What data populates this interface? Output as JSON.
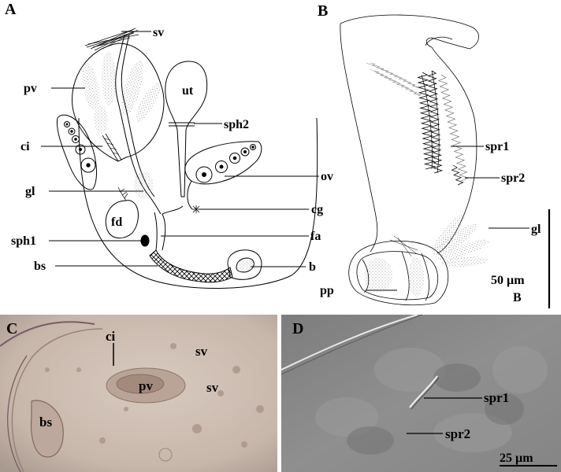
{
  "panels": {
    "A": {
      "letter": "A",
      "labels": {
        "sv": "sv",
        "pv": "pv",
        "ut": "ut",
        "sph2": "sph2",
        "ci": "ci",
        "ov": "ov",
        "gl": "gl",
        "cg": "cg",
        "fd": "fd",
        "sph1": "sph1",
        "fa": "fa",
        "bs": "bs",
        "b": "b"
      }
    },
    "B": {
      "letter": "B",
      "labels": {
        "spr1": "spr1",
        "spr2": "spr2",
        "gl": "gl",
        "pp": "pp"
      },
      "scale_bar": {
        "value": "50 µm",
        "panel_ref": "B"
      }
    },
    "C": {
      "letter": "C",
      "labels": {
        "ci": "ci",
        "sv1": "sv",
        "pv": "pv",
        "sv2": "sv",
        "bs": "bs"
      }
    },
    "D": {
      "letter": "D",
      "labels": {
        "spr1": "spr1",
        "spr2": "spr2"
      },
      "scale_bar": {
        "value": "25 µm"
      }
    }
  },
  "colors": {
    "line": "#000000",
    "photo_c_bg": "#c9b9ad",
    "photo_d_bg": "#8c8c8c"
  }
}
